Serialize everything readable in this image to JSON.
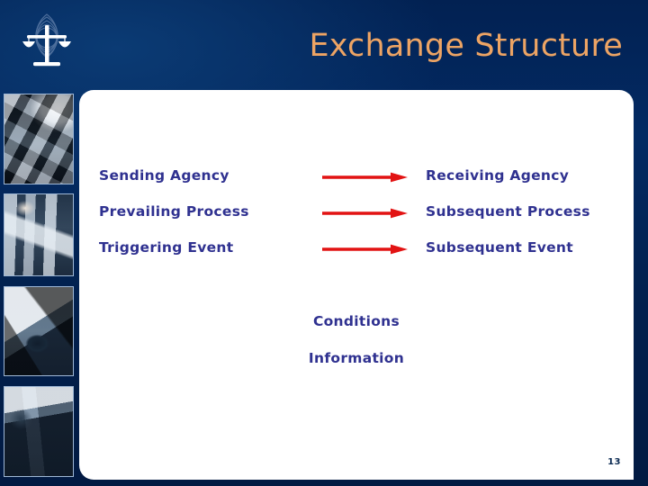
{
  "header": {
    "title": "Exchange Structure",
    "title_color": "#eda464",
    "logo_name": "scales-of-justice-logo"
  },
  "theme": {
    "background_navy": "#03275c",
    "card_background": "#ffffff",
    "text_blue": "#2f3190",
    "arrow_red": "#e21313"
  },
  "sidebar": {
    "photos": [
      {
        "name": "photo-keyboard-hand"
      },
      {
        "name": "photo-person-with-documents"
      },
      {
        "name": "photo-gavel-law-books"
      },
      {
        "name": "photo-person-in-vehicle"
      }
    ]
  },
  "main": {
    "rows": [
      {
        "left": "Sending Agency",
        "arrow": "arrow-right-icon",
        "right": "Receiving Agency"
      },
      {
        "left": "Prevailing Process",
        "arrow": "arrow-right-icon",
        "right": "Subsequent Process"
      },
      {
        "left": "Triggering Event",
        "arrow": "arrow-right-icon",
        "right": "Subsequent Event"
      }
    ],
    "centered_labels": {
      "conditions": "Conditions",
      "information": "Information"
    }
  },
  "footer": {
    "slide_number": "13"
  }
}
